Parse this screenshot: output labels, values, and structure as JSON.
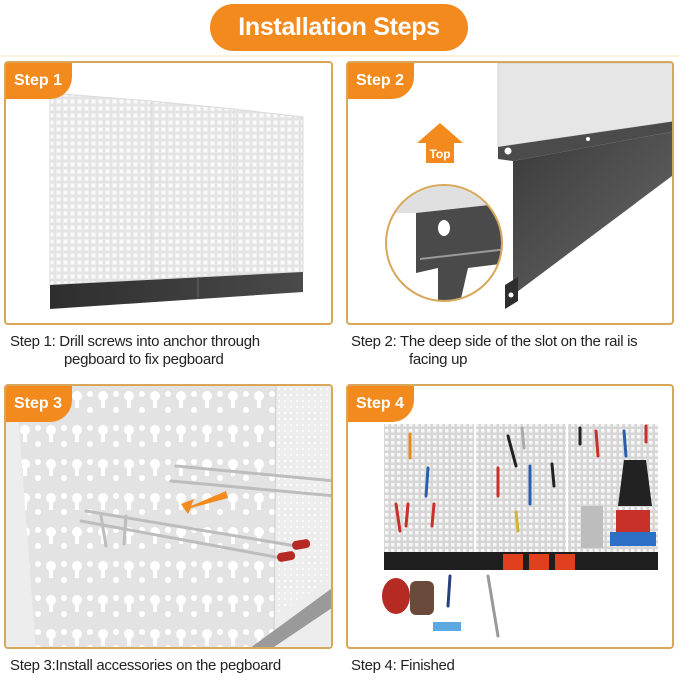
{
  "header": {
    "title": "Installation Steps",
    "accent_color": "#F28A1E",
    "panel_border_color": "#D7A85A"
  },
  "steps": [
    {
      "tag": "Step 1",
      "caption_line1": "Step 1: Drill screws into anchor through",
      "caption_line2": "pegboard to fix pegboard",
      "illustration": "three-pegboard-panels-with-black-rail"
    },
    {
      "tag": "Step 2",
      "caption_line1": "Step 2: The deep side of the slot on the rail is",
      "caption_line2": "facing up",
      "illustration": "rail-closeup-with-magnified-slot",
      "arrow_label": "Top"
    },
    {
      "tag": "Step 3",
      "caption_line1": "Step 3:Install accessories on the pegboard",
      "caption_line2": "",
      "illustration": "hooks-inserted-into-pegboard-with-arrow"
    },
    {
      "tag": "Step 4",
      "caption_line1": "Step 4: Finished",
      "caption_line2": "",
      "illustration": "finished-pegboard-with-tools"
    }
  ]
}
